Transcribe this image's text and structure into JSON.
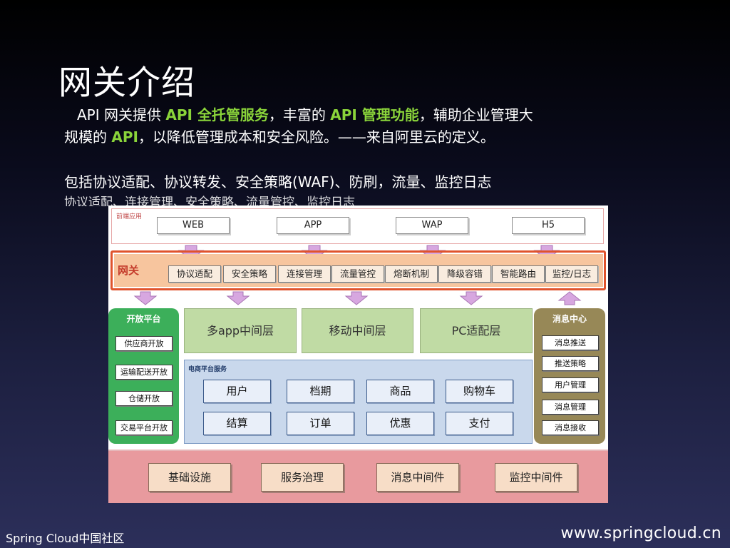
{
  "slide": {
    "title": "网关介绍",
    "intro": {
      "p1_a": "API 网关提供 ",
      "p1_b": "API 全托管服务",
      "p1_c": "，丰富的 ",
      "p1_d": "API 管理功能",
      "p1_e": "，辅助企业管理大",
      "p2_a": "规模的 ",
      "p2_b": "API",
      "p2_c": "，以降低管理成本和安全风险。——来自阿里云的定义。"
    },
    "scope": "包括协议适配、协议转发、安全策略(WAF)、防刷，流量、监控日志",
    "ghost_line": "协议适配、连接管理、安全策略、流量管控、监控日志",
    "highlight_color": "#8ad43a",
    "footer_left": "Spring Cloud中国社区",
    "footer_right": "www.springcloud.cn"
  },
  "diagram": {
    "front_label": "前端应用",
    "front_apps": [
      "WEB",
      "APP",
      "WAP",
      "H5"
    ],
    "gateway_label": "网关",
    "gateway_items": [
      "协议适配",
      "安全策略",
      "连接管理",
      "流量管控",
      "熔断机制",
      "降级容错",
      "智能路由",
      "监控/日志"
    ],
    "open_platform": {
      "title": "开放平台",
      "items": [
        "供应商开放",
        "运输配送开放",
        "仓储开放",
        "交易平台开放"
      ]
    },
    "middle_layers": [
      "多app中间层",
      "移动中间层",
      "PC适配层"
    ],
    "ecommerce": {
      "label": "电商平台服务",
      "row1": [
        "用户",
        "档期",
        "商品",
        "购物车"
      ],
      "row2": [
        "结算",
        "订单",
        "优惠",
        "支付"
      ]
    },
    "message_center": {
      "title": "消息中心",
      "items": [
        "消息推送",
        "推送策略",
        "用户管理",
        "消息管理",
        "消息接收"
      ]
    },
    "infrastructure": [
      "基础设施",
      "服务治理",
      "消息中间件",
      "监控中间件"
    ],
    "colors": {
      "gateway_border": "#e0532d",
      "gateway_fill": "#f7c59e",
      "open_platform": "#3caf5a",
      "message_center": "#978857",
      "middle_layer": "#c0dba4",
      "ecommerce": "#c9d8ec",
      "infrastructure": "#e89a9e",
      "arrow": "#d7a7e0"
    }
  }
}
